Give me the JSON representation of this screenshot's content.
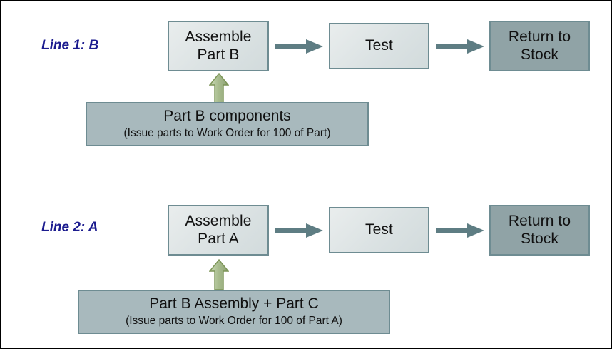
{
  "diagram": {
    "title": "Two-line assembly process flow",
    "colors": {
      "lane_label": "#1c1c8f",
      "box_light_fill": "#e3e9ea",
      "box_mid_fill": "#a8b9bd",
      "box_dark_fill": "#90a3a6",
      "box_border": "#6e8c92",
      "arrow_right": "#5e7d83",
      "arrow_up_fill": "#a9bd8f",
      "arrow_up_border": "#7b9456",
      "frame_border": "#000000",
      "background": "#ffffff"
    },
    "lanes": [
      {
        "id": "line-1",
        "label": "Line 1: B",
        "assemble": {
          "line1": "Assemble",
          "line2": "Part B"
        },
        "test": "Test",
        "return": {
          "line1": "Return to",
          "line2": "Stock"
        },
        "input": {
          "title": "Part B components",
          "subtitle": "(Issue parts to Work Order for 100 of Part)"
        },
        "arrows": [
          {
            "name": "assemble-to-test-arrow",
            "direction": "right"
          },
          {
            "name": "test-to-return-arrow",
            "direction": "right"
          },
          {
            "name": "components-to-assemble-arrow",
            "direction": "up"
          }
        ]
      },
      {
        "id": "line-2",
        "label": "Line 2: A",
        "assemble": {
          "line1": "Assemble",
          "line2": "Part A"
        },
        "test": "Test",
        "return": {
          "line1": "Return to",
          "line2": "Stock"
        },
        "input": {
          "title": "Part B Assembly + Part C",
          "subtitle": "(Issue parts to Work Order for 100 of Part A)"
        },
        "arrows": [
          {
            "name": "assemble-to-test-arrow",
            "direction": "right"
          },
          {
            "name": "test-to-return-arrow",
            "direction": "right"
          },
          {
            "name": "components-to-assemble-arrow",
            "direction": "up"
          }
        ]
      }
    ]
  }
}
